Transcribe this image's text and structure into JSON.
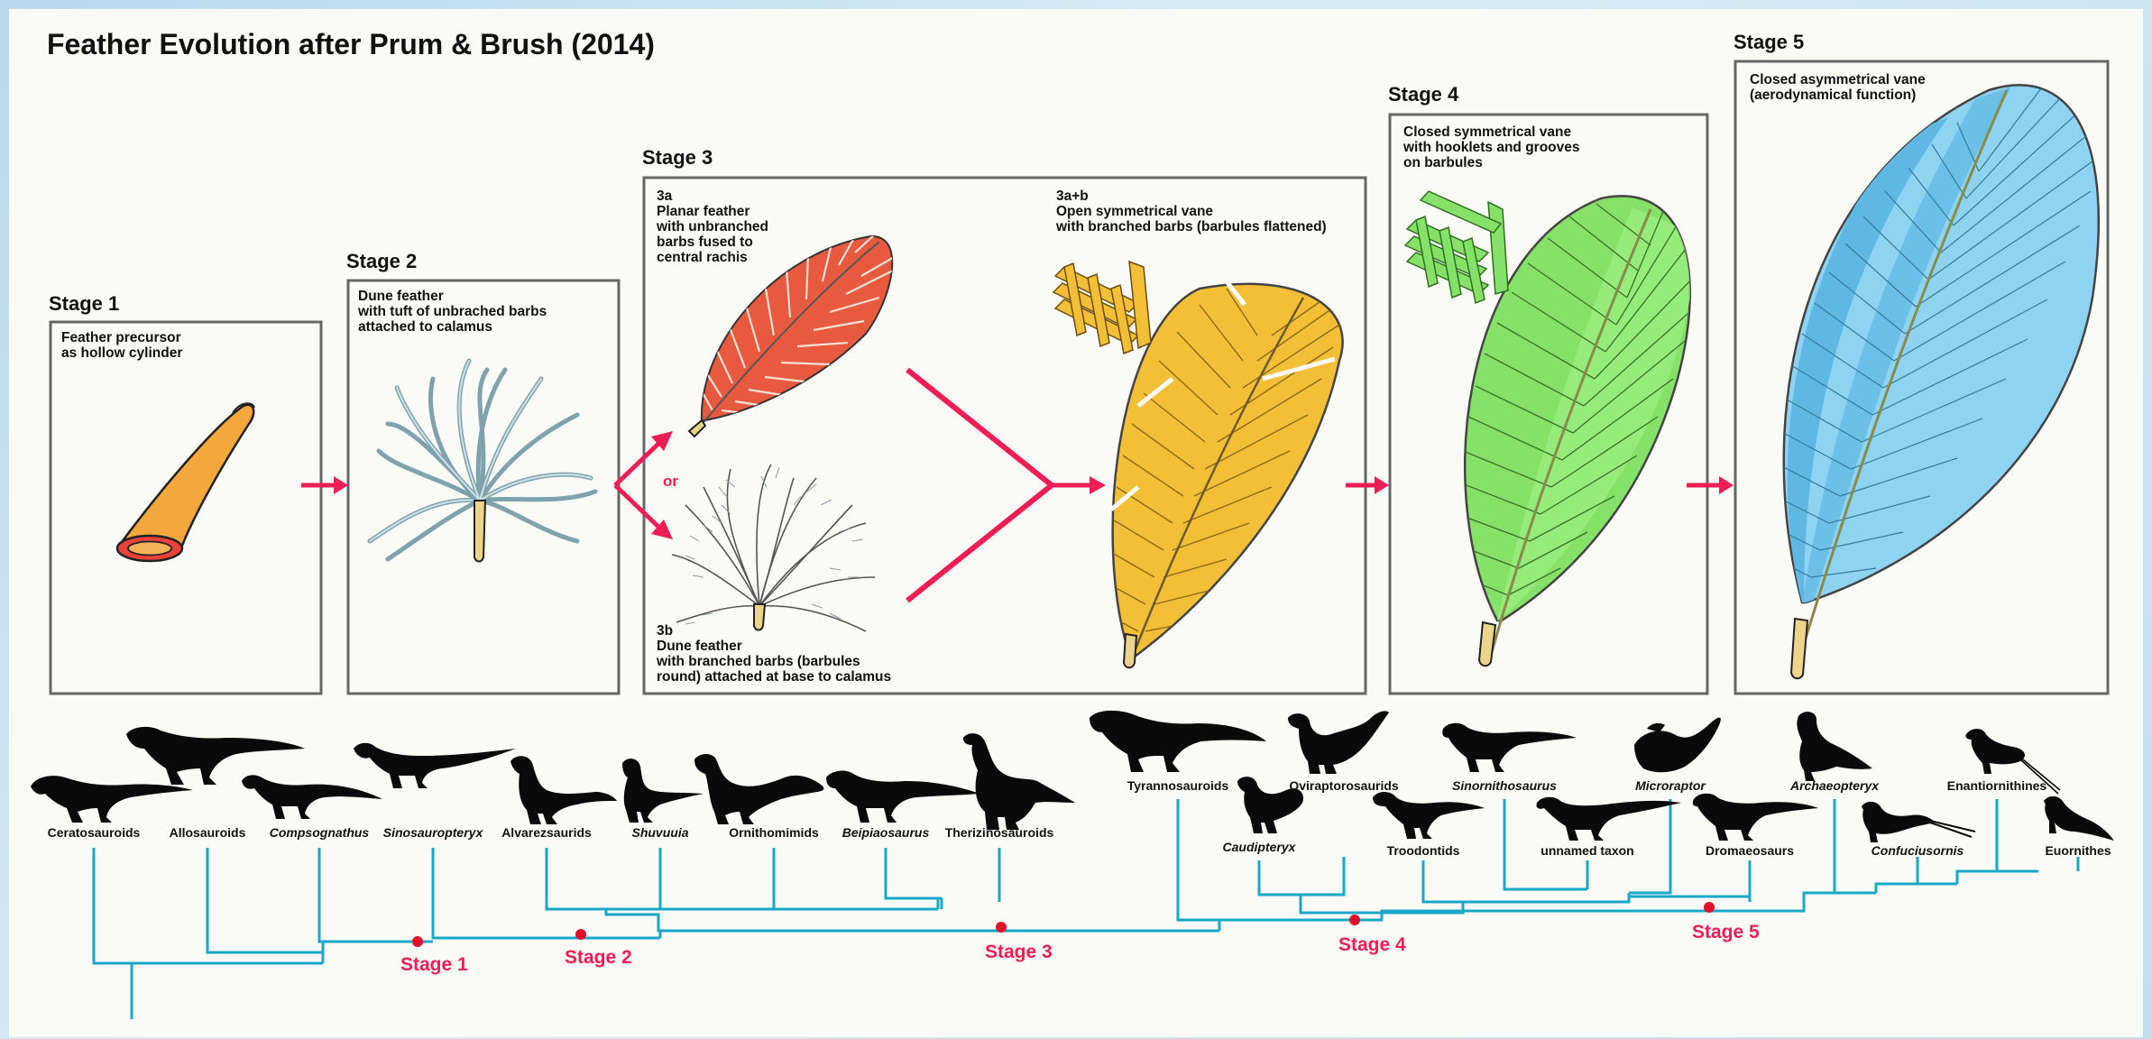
{
  "title": "Feather Evolution after Prum & Brush (2014)",
  "colors": {
    "arrow": "#ee1d55",
    "tree": "#19a8c7",
    "node": "#e0102c",
    "stage1_fill": "#f4a73b",
    "stage1_rim": "#e8413a",
    "stage2_fill": "#b4ccd4",
    "stage3a_fill": "#e85a40",
    "stage3b_fill": "#dde3e6",
    "stage3ab_fill": "#f3bf36",
    "stage4_fill": "#86e169",
    "stage5_fill": "#8fd3f2",
    "box_border": "#666666"
  },
  "stages": {
    "s1": {
      "heading": "Stage 1",
      "line1": "Feather precursor",
      "line2": "as hollow cylinder"
    },
    "s2": {
      "heading": "Stage 2",
      "line1": "Dune feather",
      "line2": "with tuft of unbrached barbs",
      "line3": "attached to calamus"
    },
    "s3": {
      "heading": "Stage 3",
      "a_id": "3a",
      "a_1": "Planar feather",
      "a_2": "with unbranched",
      "a_3": "barbs fused to",
      "a_4": "central rachis",
      "b_id": "3b",
      "b_1": "Dune feather",
      "b_2": "with branched barbs (barbules",
      "b_3": "round) attached at base to calamus",
      "ab_id": "3a+b",
      "ab_1": "Open symmetrical vane",
      "ab_2": "with branched barbs (barbules flattened)",
      "or": "or"
    },
    "s4": {
      "heading": "Stage 4",
      "line1": "Closed symmetrical vane",
      "line2": "with hooklets and grooves",
      "line3": "on barbules"
    },
    "s5": {
      "heading": "Stage 5",
      "line1": "Closed asymmetrical vane",
      "line2": "(aerodynamical function)"
    }
  },
  "taxa": [
    {
      "name": "Ceratosauroids",
      "italic": false
    },
    {
      "name": "Allosauroids",
      "italic": false
    },
    {
      "name": "Compsognathus",
      "italic": true
    },
    {
      "name": "Sinosauropteryx",
      "italic": true
    },
    {
      "name": "Alvarezsaurids",
      "italic": false
    },
    {
      "name": "Shuvuuia",
      "italic": true
    },
    {
      "name": "Ornithomimids",
      "italic": false
    },
    {
      "name": "Beipiaosaurus",
      "italic": true
    },
    {
      "name": "Therizinosauroids",
      "italic": false
    },
    {
      "name": "Tyrannosauroids",
      "italic": false
    },
    {
      "name": "Caudipteryx",
      "italic": true
    },
    {
      "name": "Oviraptorosaurids",
      "italic": false
    },
    {
      "name": "Troodontids",
      "italic": false
    },
    {
      "name": "Sinornithosaurus",
      "italic": true
    },
    {
      "name": "unnamed taxon",
      "italic": false
    },
    {
      "name": "Microraptor",
      "italic": true
    },
    {
      "name": "Dromaeosaurs",
      "italic": false
    },
    {
      "name": "Archaeopteryx",
      "italic": true
    },
    {
      "name": "Confuciusornis",
      "italic": true
    },
    {
      "name": "Enantiornithines",
      "italic": false
    },
    {
      "name": "Euornithes",
      "italic": false
    }
  ],
  "node_labels": [
    "Stage 1",
    "Stage 2",
    "Stage 3",
    "Stage 4",
    "Stage 5"
  ]
}
